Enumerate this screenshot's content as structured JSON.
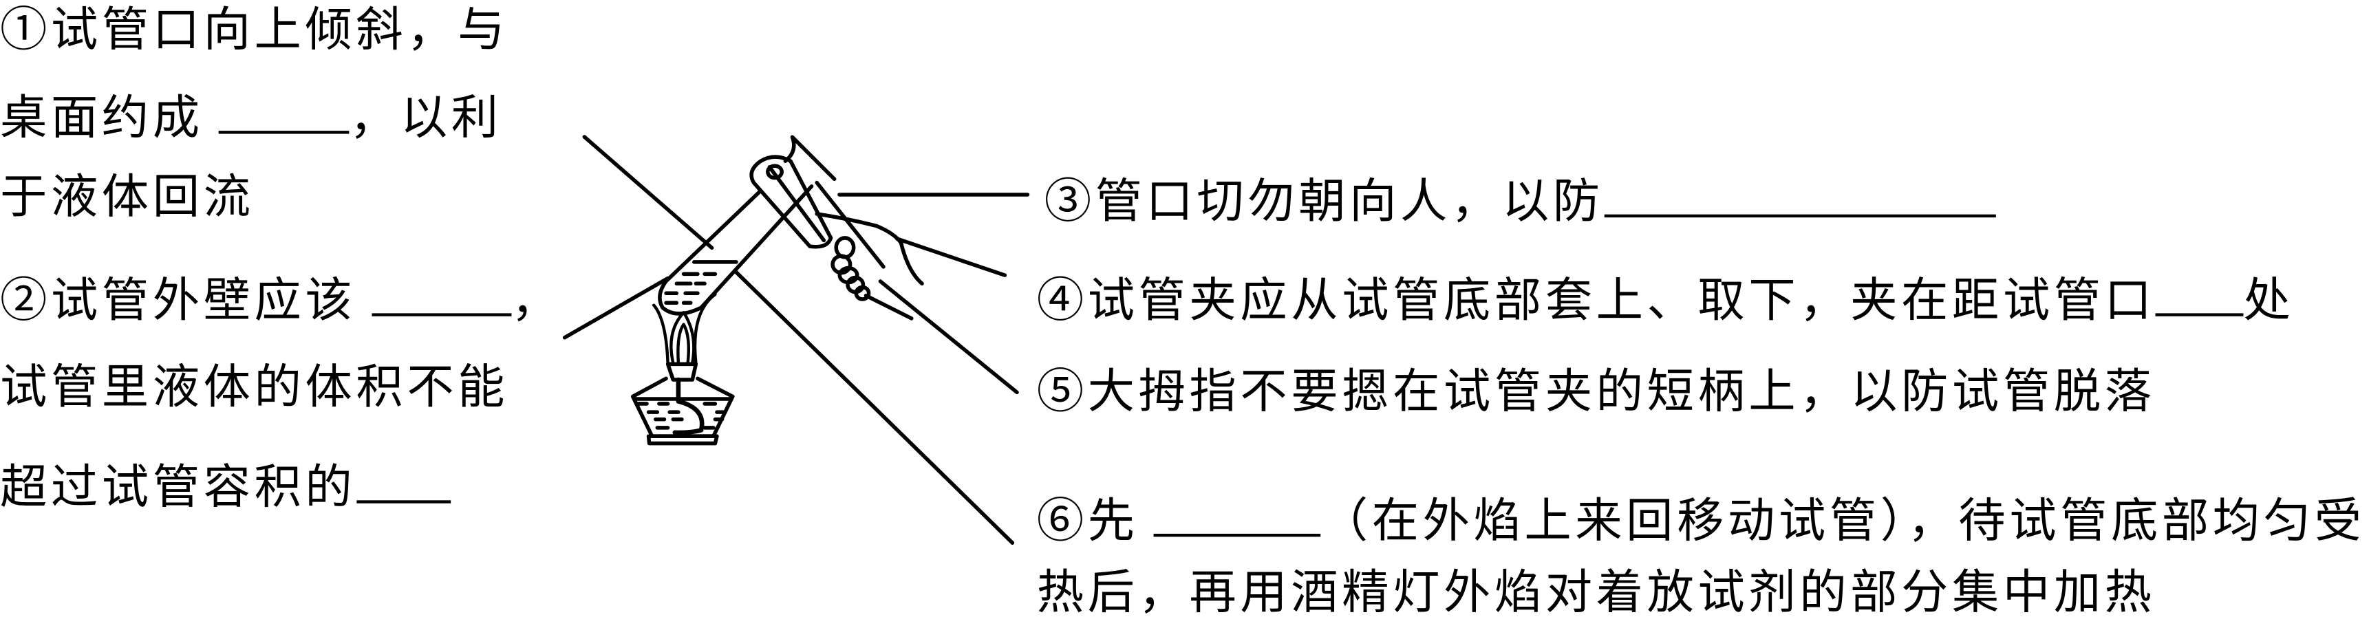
{
  "left": {
    "item1": {
      "line1": "①试管口向上倾斜，与",
      "line2_pre": "桌面约成 ",
      "line2_post": "，以利",
      "line3": "于液体回流"
    },
    "item2": {
      "line1_pre": "②试管外壁应该 ",
      "line1_post": "，",
      "line2": "试管里液体的体积不能",
      "line3_pre": "超过试管容积的"
    }
  },
  "right": {
    "item3": {
      "pre": "③管口切勿朝向人，以防"
    },
    "item4": {
      "pre": "④试管夹应从试管底部套上、取下，夹在距试管口",
      "post": "处"
    },
    "item5": {
      "text": "⑤大拇指不要摁在试管夹的短柄上，以防试管脱落"
    },
    "item6": {
      "pre": "⑥先 ",
      "post": "（在外焰上来回移动试管），待试管底部均匀受",
      "line2": "热后，再用酒精灯外焰对着放试剂的部分集中加热"
    }
  }
}
